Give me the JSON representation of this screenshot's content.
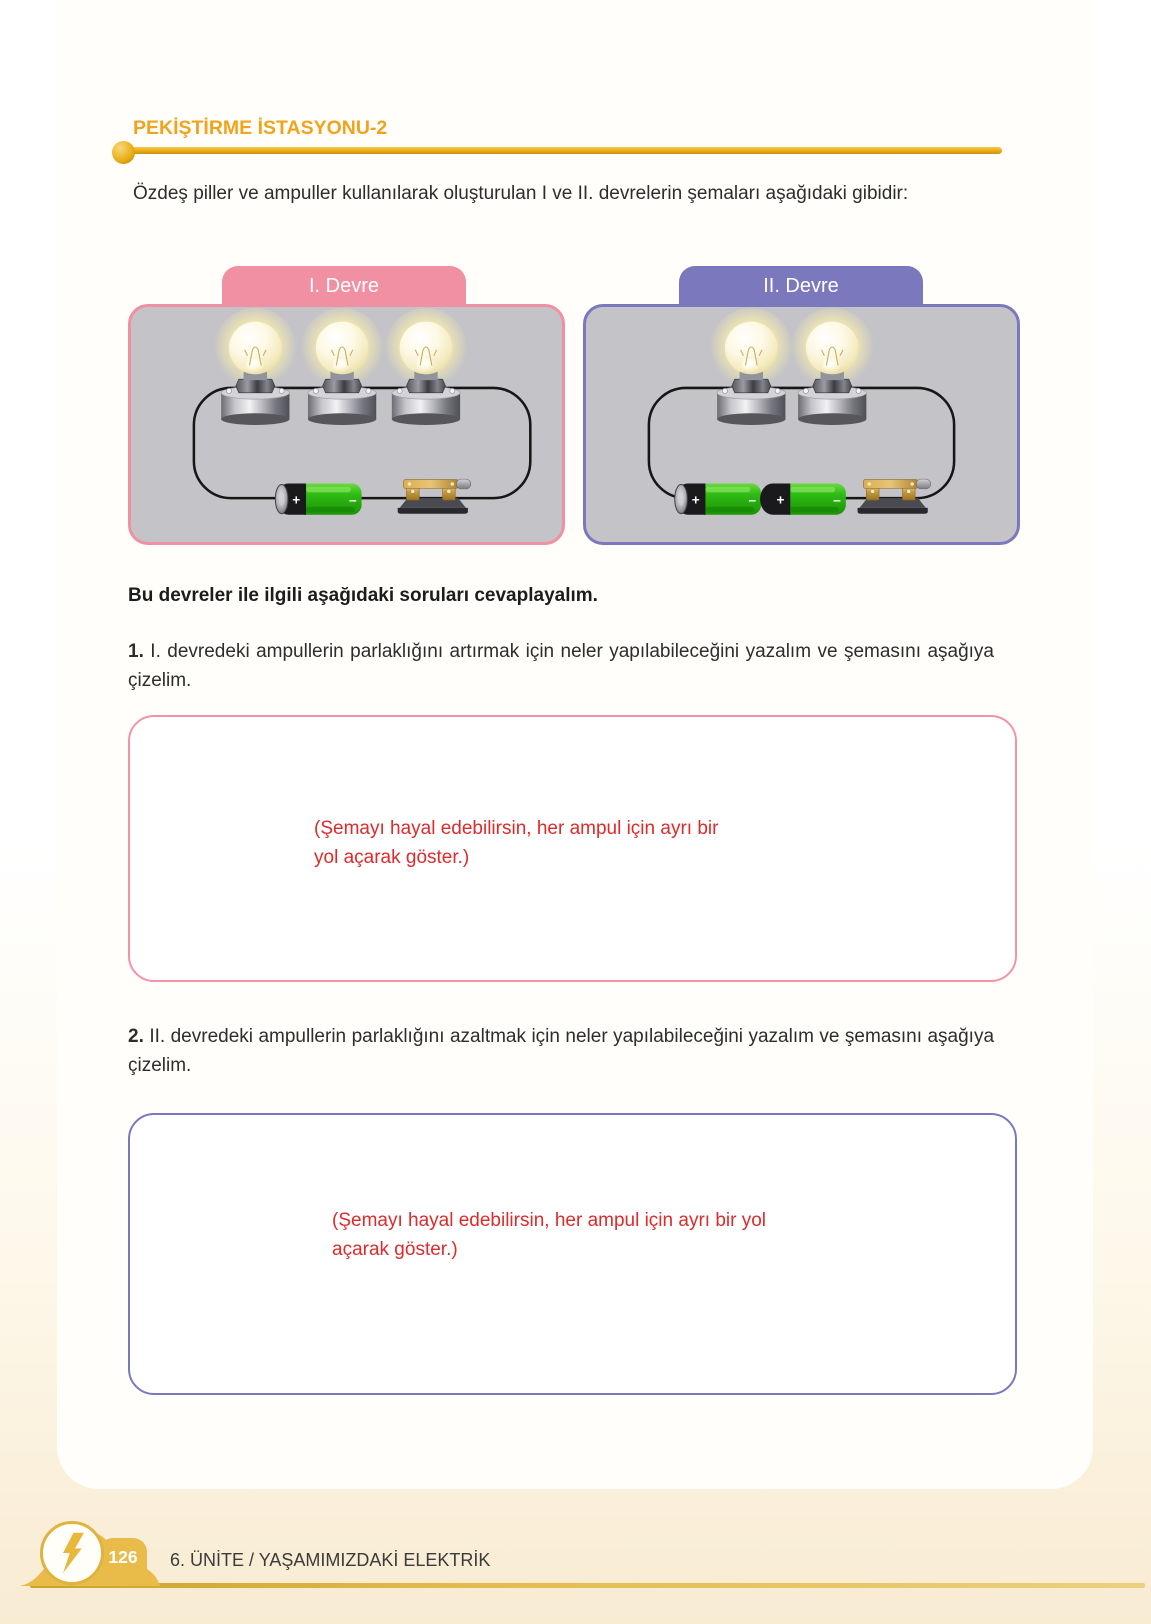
{
  "header": {
    "title": "PEKİŞTİRME İSTASYONU-2"
  },
  "intro": "Özdeş piller ve ampuller kullanılarak oluşturulan I ve II. devrelerin şemaları aşağıdaki gibidir:",
  "circuits": [
    {
      "label": "I. Devre",
      "bulb_count": 3,
      "battery_count": 1,
      "has_switch": true,
      "accent_color": "#f18fa3"
    },
    {
      "label": "II. Devre",
      "bulb_count": 2,
      "battery_count": 2,
      "has_switch": true,
      "accent_color": "#7b78bd"
    }
  ],
  "battery_symbols": {
    "plus": "+",
    "minus": "–"
  },
  "prompt": "Bu devreler ile ilgili aşağıdaki soruları cevaplayalım.",
  "questions": [
    {
      "number": "1.",
      "text": "I. devredeki ampullerin parlaklığını artırmak için neler yapılabileceğini yazalım ve şemasını aşağıya çizelim.",
      "hint": "(Şemayı hayal edebilirsin, her ampul için ayrı bir yol açarak göster.)"
    },
    {
      "number": "2.",
      "text": "II. devredeki ampullerin parlaklığını azaltmak için neler yapılabileceğini yazalım ve şemasını aşağıya çizelim.",
      "hint": "(Şemayı hayal edebilirsin, her ampul için ayrı bir yol açarak göster.)"
    }
  ],
  "footer": {
    "page_number": "126",
    "unit_label": "6. ÜNİTE / YAŞAMIMIZDAKİ ELEKTRİK"
  },
  "colors": {
    "title_orange": "#f0a41d",
    "rule_gold": "#e7ac14",
    "hint_red": "#dc2b2b",
    "circuit1_accent": "#f18fa3",
    "circuit2_accent": "#7b78bd",
    "panel_gray": "#c4c3c7",
    "battery_green": "#2fbb14",
    "footer_gold": "#e9bc49",
    "cream_background": "#f9edd6"
  }
}
